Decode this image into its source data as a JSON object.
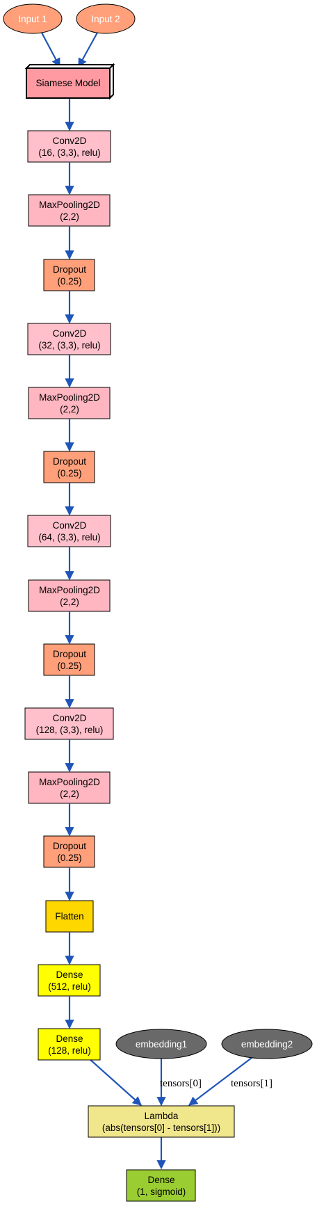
{
  "colors": {
    "input": "#ffa07a",
    "model": "#ff9aa2",
    "conv": "#ffc0cb",
    "pool": "#ffb6c1",
    "dropout": "#ffa07a",
    "flatten": "#ffd700",
    "dense": "#ffff00",
    "embedding": "#696969",
    "lambda": "#f0e68c",
    "output": "#9acd32",
    "edge": "#1f55b8"
  },
  "inputs": {
    "input1": "Input 1",
    "input2": "Input 2"
  },
  "siamese_model": "Siamese Model",
  "layers": [
    {
      "name": "Conv2D",
      "params": "(16, (3,3), relu)",
      "kind": "conv"
    },
    {
      "name": "MaxPooling2D",
      "params": "(2,2)",
      "kind": "pool"
    },
    {
      "name": "Dropout",
      "params": "(0.25)",
      "kind": "dropout"
    },
    {
      "name": "Conv2D",
      "params": "(32, (3,3), relu)",
      "kind": "conv"
    },
    {
      "name": "MaxPooling2D",
      "params": "(2,2)",
      "kind": "pool"
    },
    {
      "name": "Dropout",
      "params": "(0.25)",
      "kind": "dropout"
    },
    {
      "name": "Conv2D",
      "params": "(64, (3,3), relu)",
      "kind": "conv"
    },
    {
      "name": "MaxPooling2D",
      "params": "(2,2)",
      "kind": "pool"
    },
    {
      "name": "Dropout",
      "params": "(0.25)",
      "kind": "dropout"
    },
    {
      "name": "Conv2D",
      "params": "(128, (3,3), relu)",
      "kind": "conv"
    },
    {
      "name": "MaxPooling2D",
      "params": "(2,2)",
      "kind": "pool"
    },
    {
      "name": "Dropout",
      "params": "(0.25)",
      "kind": "dropout"
    },
    {
      "name": "Flatten",
      "params": "",
      "kind": "flatten"
    },
    {
      "name": "Dense",
      "params": "(512, relu)",
      "kind": "dense"
    },
    {
      "name": "Dense",
      "params": "(128, relu)",
      "kind": "dense"
    }
  ],
  "embeddings": {
    "embedding1": "embedding1",
    "embedding2": "embedding2"
  },
  "edge_labels": {
    "tensor0": "tensors[0]",
    "tensor1": "tensors[1]"
  },
  "lambda": {
    "name": "Lambda",
    "params": "(abs(tensors[0] - tensors[1]))"
  },
  "output": {
    "name": "Dense",
    "params": "(1, sigmoid)"
  }
}
